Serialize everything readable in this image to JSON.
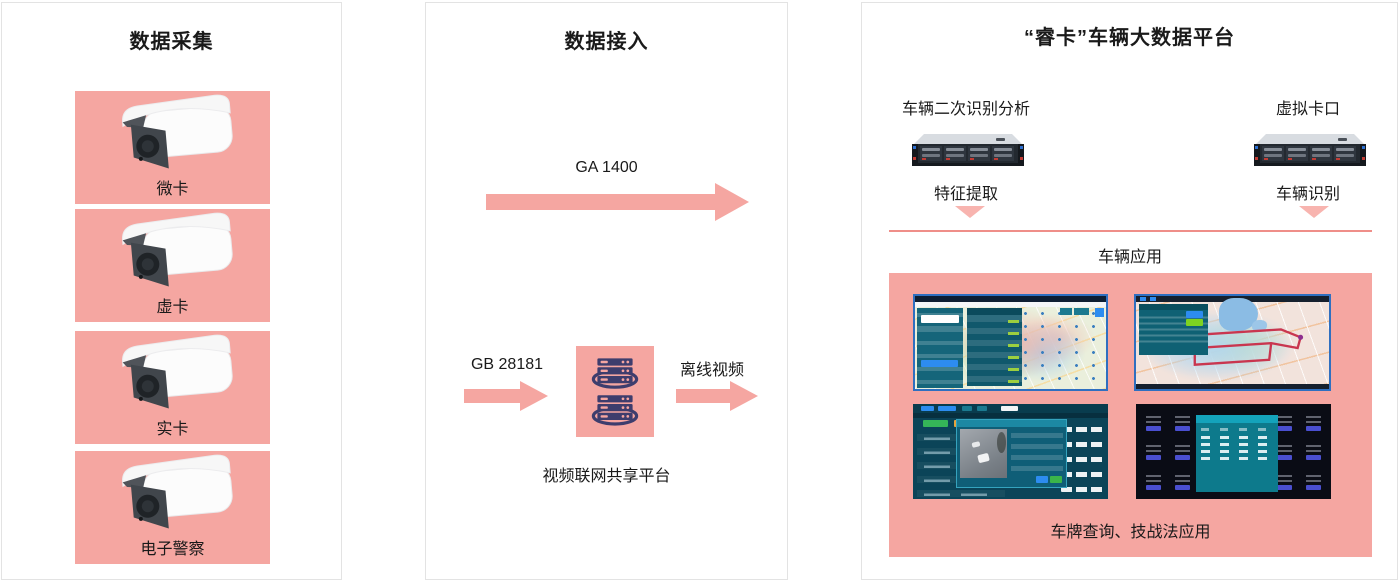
{
  "colors": {
    "pink": "#F5A6A1",
    "pink_light": "#F8B4AF",
    "salmon_line": "#EF8E89",
    "icon_navy": "#3E3D6D",
    "panel_border": "#E3E3E3",
    "screenshot_frame_blue": "#2F6FC0",
    "teal_ui": "#10586C",
    "dark_ui": "#0A0C15"
  },
  "icons": {
    "camera": "bullet-camera-image",
    "server_stack": "server-stack-icon",
    "rack_server": "rack-server-image",
    "arrow": "flow-arrow-right",
    "triangle": "triangle-down-connector"
  },
  "panels": {
    "collection": {
      "title": "数据采集",
      "cameras": [
        {
          "label": "微卡"
        },
        {
          "label": "虚卡"
        },
        {
          "label": "实卡"
        },
        {
          "label": "电子警察"
        }
      ]
    },
    "access": {
      "title": "数据接入",
      "top_arrow_label": "GA 1400",
      "left_arrow_label": "GB 28181",
      "right_arrow_label": "离线视频",
      "hub_label": "视频联网共享平台"
    },
    "platform": {
      "title": "“睿卡”车辆大数据平台",
      "left_unit": {
        "name": "车辆二次识别分析",
        "function": "特征提取"
      },
      "right_unit": {
        "name": "虚拟卡口",
        "function": "车辆识别"
      },
      "apps_title": "车辆应用",
      "apps_caption": "车牌查询、技战法应用"
    }
  }
}
